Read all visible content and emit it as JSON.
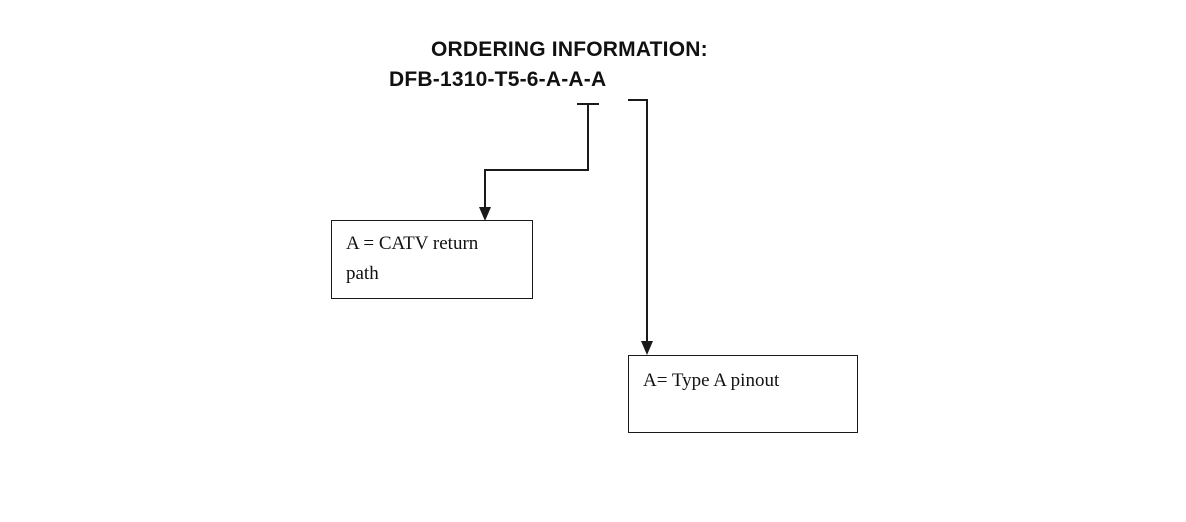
{
  "diagram": {
    "title": "ORDERING INFORMATION:",
    "part_number": "DFB-1310-T5-6-A-A-A",
    "callouts": {
      "catv_return": {
        "line1": "A = CATV return",
        "line2": "path"
      },
      "type_a_pinout": {
        "line1": "A= Type A pinout"
      }
    },
    "line_color": "#1a1a1a"
  }
}
